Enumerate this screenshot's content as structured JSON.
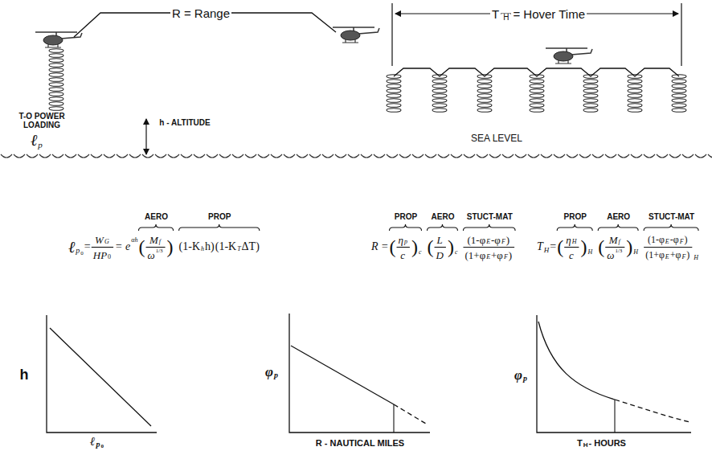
{
  "diagram": {
    "labels": [
      "R = Range",
      "T",
      "H",
      "= Hover Time",
      "T-O POWER LOADING",
      "ℓ",
      "p",
      "h - ALTITUDE",
      "SEA LEVEL",
      "ℓ",
      "p",
      "0",
      "=",
      "W",
      "G",
      "HP",
      "0",
      "= e",
      "αh",
      "AERO",
      "(",
      "M",
      "f",
      "ω",
      "1/3",
      ")",
      "PROP",
      "(1-K",
      "h",
      "h)",
      "(1-K",
      "T",
      "ΔT)",
      "R =",
      "PROP",
      "(",
      "η",
      "p",
      "c",
      ")",
      "c",
      "AERO",
      "(",
      "L",
      "D",
      ")",
      "c",
      "STUCT-MAT",
      "(1-φ",
      "E",
      "-φ",
      "F",
      ")",
      "(1+φ",
      "E",
      "+φ",
      "F",
      ")",
      "T",
      "H",
      "=",
      "PROP",
      "(",
      "η",
      "H",
      "c",
      ")",
      "H",
      "AERO",
      "(",
      "M",
      "f",
      "ω",
      "1/3",
      ")",
      "H",
      "STUCT-MAT",
      "(1-φ",
      "E",
      "-φ",
      "F",
      ")",
      "(1+φ",
      "E",
      "+φ",
      "F",
      ")",
      "H",
      "h",
      "ℓ",
      "p",
      "0",
      "φ",
      "p",
      "R - NAUTICAL MILES",
      "φ",
      "p",
      "T",
      "H",
      "- HOURS"
    ]
  }
}
